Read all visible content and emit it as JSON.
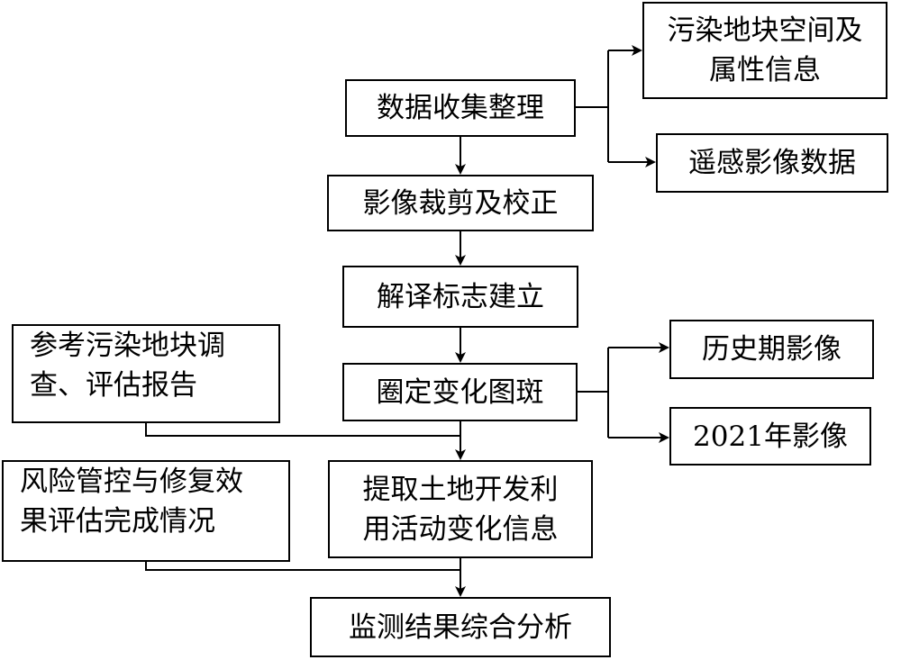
{
  "nodes": {
    "collect": "数据收集整理",
    "spatial_info_1": "污染地块空间及",
    "spatial_info_2": "属性信息",
    "remote_data": "遥感影像数据",
    "crop": "影像裁剪及校正",
    "interpret": "解译标志建立",
    "history": "历史期影像",
    "image2021": "2021年影像",
    "patch": "圈定变化图斑",
    "reference_1": "参考污染地块调",
    "reference_2": "查、评估报告",
    "extract_1": "提取土地开发利",
    "extract_2": "用活动变化信息",
    "risk_1": "风险管控与修复效",
    "risk_2": "果评估完成情况",
    "result": "监测结果综合分析"
  }
}
